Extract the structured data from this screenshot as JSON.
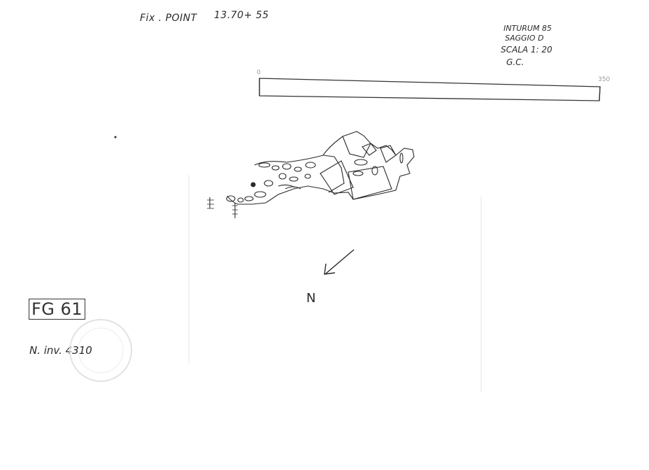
{
  "header": {
    "fix_point_label": "Fix . POINT",
    "fix_point_value": "13.70+ 55"
  },
  "metadata": {
    "lines": [
      "INTURUM 85",
      "SAGGIO D",
      "SCALA 1: 20",
      "G.C."
    ]
  },
  "scale_bar": {
    "start": "0",
    "end": "350"
  },
  "north_label": "N",
  "sheet_code": "FG 61",
  "inventory_number": "N. inv. 4310"
}
